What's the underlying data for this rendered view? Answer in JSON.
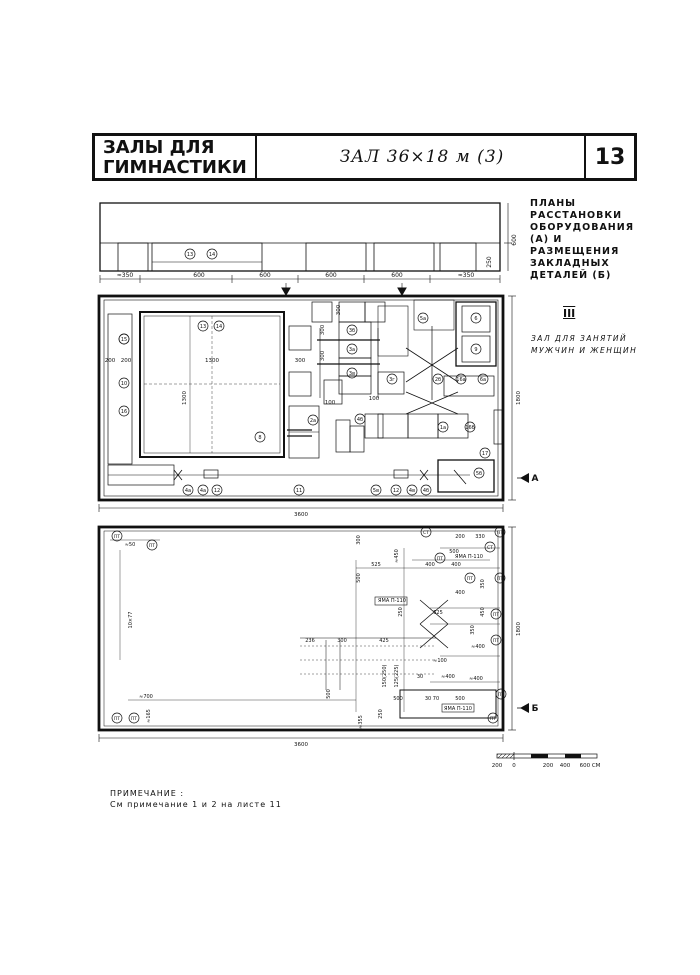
{
  "header": {
    "title_line1": "ЗАЛЫ ДЛЯ",
    "title_line2": "ГИМНАСТИКИ",
    "subtitle": "ЗАЛ 36×18 м (3)",
    "sheet_number": "13"
  },
  "legend": {
    "line1": "ПЛАНЫ РАССТАНОВКИ",
    "line2": "ОБОРУДОВАНИЯ",
    "line3": "(А) И",
    "line4": "РАЗМЕЩЕНИЯ",
    "line5": "ЗАКЛАДНЫХ",
    "line6": "ДЕТАЛЕЙ (Б)"
  },
  "hall": {
    "number": "III",
    "line1": "ЗАЛ ДЛЯ ЗАНЯТИЙ",
    "line2": "МУЖЧИН И ЖЕНЩИН"
  },
  "note": {
    "heading": "ПРИМЕЧАНИЕ :",
    "text": "См  примечание 1 и 2 на листе 11"
  },
  "elevation": {
    "dims": [
      "≈350",
      "600",
      "600",
      "600",
      "600",
      "≈350"
    ],
    "height_labels": [
      "600",
      "250"
    ],
    "markers": [
      "13",
      "14"
    ]
  },
  "plan_a": {
    "section_label": "А",
    "width_dim": "3600",
    "height_dim": "1800",
    "mat_dims": [
      "1300",
      "1300"
    ],
    "small_dims": [
      "200",
      "200",
      "300",
      "300",
      "300",
      "300",
      "100",
      "100"
    ],
    "markers": [
      "15",
      "10",
      "16",
      "13",
      "14",
      "8",
      "5а",
      "6",
      "9",
      "3б",
      "3а",
      "3в",
      "2а",
      "4б",
      "3г",
      "2б",
      "16а",
      "6а",
      "1а",
      "16б",
      "17",
      "5б",
      "4а",
      "4а",
      "12",
      "11",
      "5в",
      "12",
      "4в",
      "4б"
    ]
  },
  "plan_b": {
    "section_label": "Б",
    "width_dim": "3600",
    "height_dim": "1800",
    "anchor_labels": [
      "ЯМА П-110",
      "ЯМА П-110",
      "ЯМА П-110"
    ],
    "dims": [
      "≈50",
      "300",
      "≈450",
      "500",
      "525",
      "400",
      "400",
      "350",
      "400",
      "500",
      "450",
      "350",
      "525",
      "≈400",
      "≈100",
      "250",
      "425",
      "300",
      "236",
      "150(250)",
      "125(225)",
      "≈400",
      "500",
      "30",
      "≈400",
      "≈700",
      "≈165",
      "≈355",
      "500",
      "30 70",
      "500",
      "250",
      "330",
      "10×77",
      "200"
    ],
    "markers": [
      "ПТ",
      "СТ",
      "ПТ",
      "ПТ",
      "СТ",
      "ПТ",
      "ПТ",
      "ПТ",
      "ПТ",
      "ПТ",
      "ПТ",
      "ПТ",
      "ПТ",
      "ПТ"
    ]
  },
  "scale": {
    "ticks": [
      "200",
      "0",
      "200",
      "400",
      "600 СМ"
    ]
  }
}
